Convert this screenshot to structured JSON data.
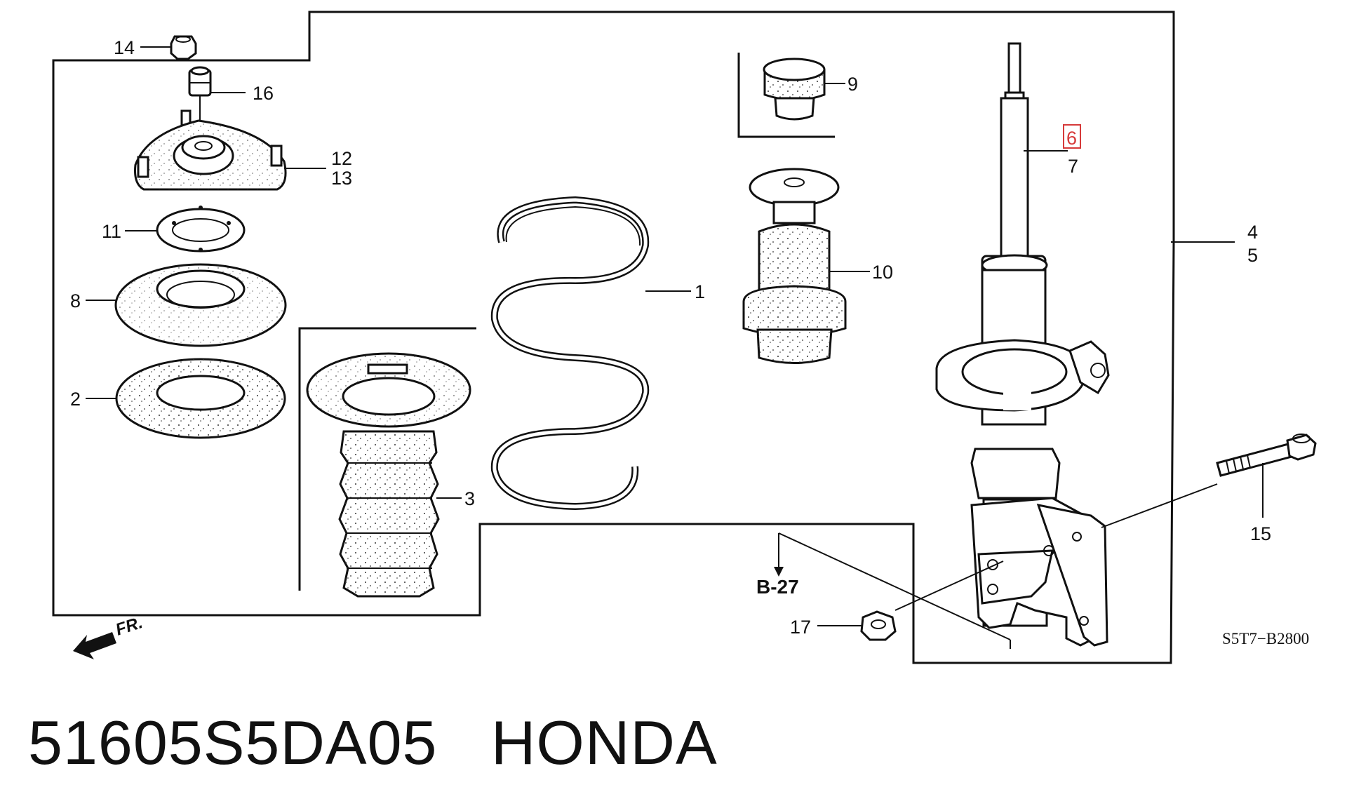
{
  "diagram": {
    "callouts": {
      "c1": "1",
      "c2": "2",
      "c3": "3",
      "c4": "4",
      "c5": "5",
      "c6": "6",
      "c7": "7",
      "c8": "8",
      "c9": "9",
      "c10": "10",
      "c11": "11",
      "c12": "12",
      "c13": "13",
      "c14": "14",
      "c15": "15",
      "c16": "16",
      "c17": "17"
    },
    "highlighted_callout": "6",
    "highlight_color": "#d63a3a",
    "reference": "B-27",
    "front_marker": "FR.",
    "figure_code": "S5T7−B2800"
  },
  "caption": {
    "part_number": "51605S5DA05",
    "brand": "HONDA"
  }
}
